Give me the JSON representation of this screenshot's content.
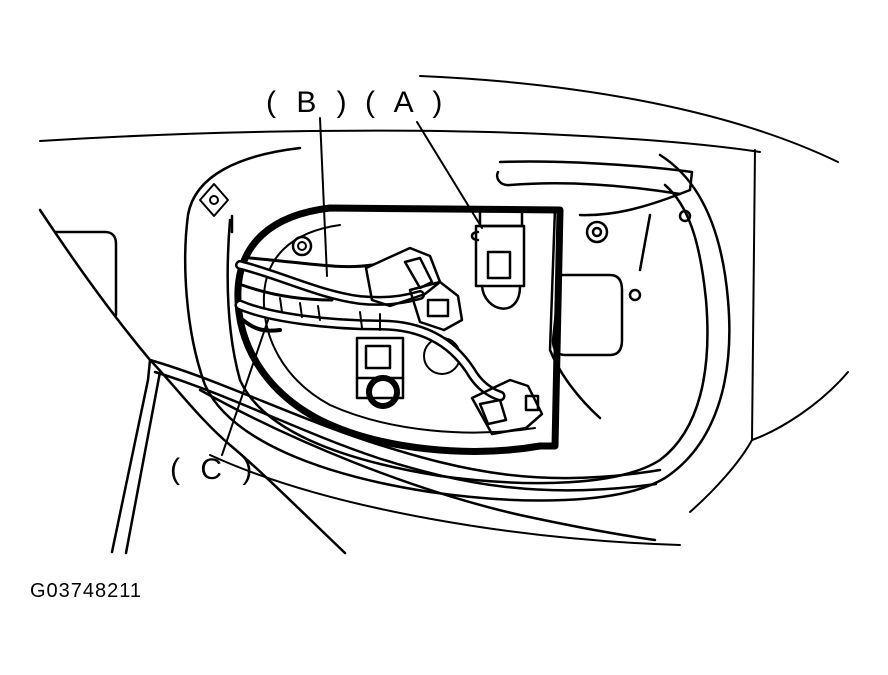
{
  "labels": {
    "a": "( A )",
    "b": "( B )",
    "c": "( C )"
  },
  "figure_id": "G03748211",
  "colors": {
    "line": "#000000",
    "background": "#ffffff"
  }
}
